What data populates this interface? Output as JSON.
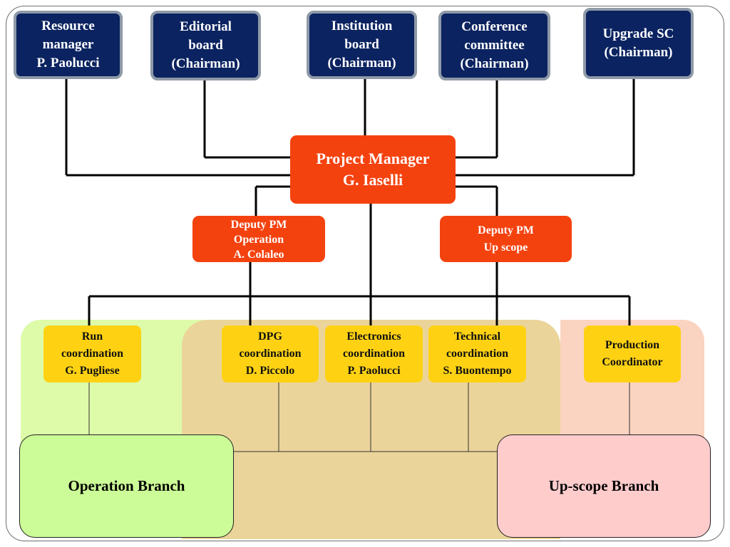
{
  "top_boards": [
    {
      "id": "resource",
      "label": "Resource\nmanager\nP. Paolucci"
    },
    {
      "id": "editorial",
      "label": "Editorial\nboard\n(Chairman)"
    },
    {
      "id": "institution",
      "label": "Institution\nboard\n(Chairman)"
    },
    {
      "id": "conference",
      "label": "Conference\ncommittee\n(Chairman)"
    },
    {
      "id": "upgrade",
      "label": "Upgrade SC\n(Chairman)"
    }
  ],
  "project_manager": {
    "label": "Project Manager\nG. Iaselli"
  },
  "deputies": [
    {
      "id": "operation",
      "label": "Deputy PM\nOperation\nA. Colaleo"
    },
    {
      "id": "upscope",
      "label": "Deputy PM\nUp scope"
    }
  ],
  "coordinations": [
    {
      "id": "run",
      "label": "Run\ncoordination\nG. Pugliese"
    },
    {
      "id": "dpg",
      "label": "DPG\ncoordination\nD. Piccolo"
    },
    {
      "id": "electronics",
      "label": "Electronics\ncoordination\nP. Paolucci"
    },
    {
      "id": "technical",
      "label": "Technical\ncoordination\nS. Buontempo"
    },
    {
      "id": "production",
      "label": "Production\nCoordinator"
    }
  ],
  "branches": [
    {
      "id": "operation",
      "label": "Operation Branch"
    },
    {
      "id": "upscope",
      "label": "Up-scope  Branch"
    }
  ],
  "colors": {
    "board_fill": "#0b2360",
    "board_border": "#8f9aa8",
    "manager_fill": "#f4420f",
    "coordination_fill": "#fed213",
    "operation_area": "#ddfba9",
    "center_area": "#ebd49a",
    "upscope_area": "#fbd3c1",
    "operation_branch_fill": "#ccfc97",
    "upscope_branch_fill": "#ffcccc"
  }
}
